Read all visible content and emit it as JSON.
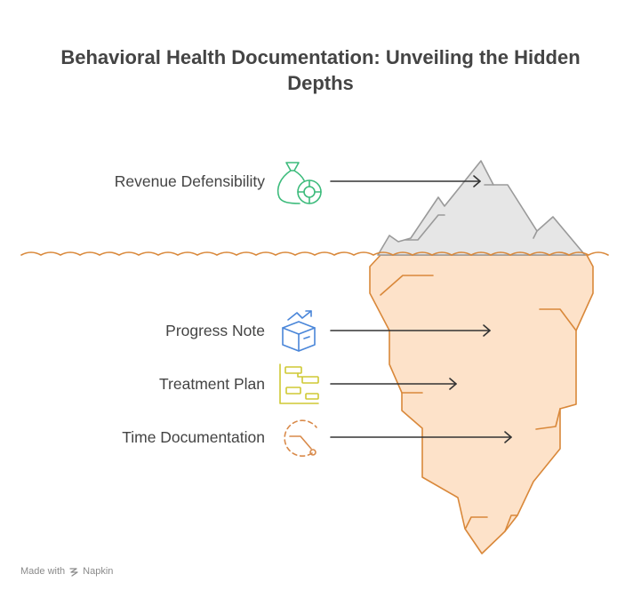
{
  "title": {
    "line1": "Behavioral Health Documentation: Unveiling the Hidden",
    "line2": "Depths"
  },
  "items": [
    {
      "label": "Revenue Defensibility",
      "icon": "money-bag-icon",
      "color": "#3dbb7c"
    },
    {
      "label": "Progress Note",
      "icon": "box-growth-icon",
      "color": "#4a86d9"
    },
    {
      "label": "Treatment Plan",
      "icon": "gantt-chart-icon",
      "color": "#cfc934"
    },
    {
      "label": "Time Documentation",
      "icon": "timer-icon",
      "color": "#d98a4a"
    }
  ],
  "colors": {
    "iceberg_top_fill": "#e6e6e6",
    "iceberg_top_stroke": "#9a9a9a",
    "iceberg_bottom_fill": "#fde2c9",
    "iceberg_bottom_stroke": "#d9883a",
    "water": "#d9883a",
    "arrow": "#333333"
  },
  "footer": {
    "prefix": "Made with",
    "brand": "Napkin"
  }
}
